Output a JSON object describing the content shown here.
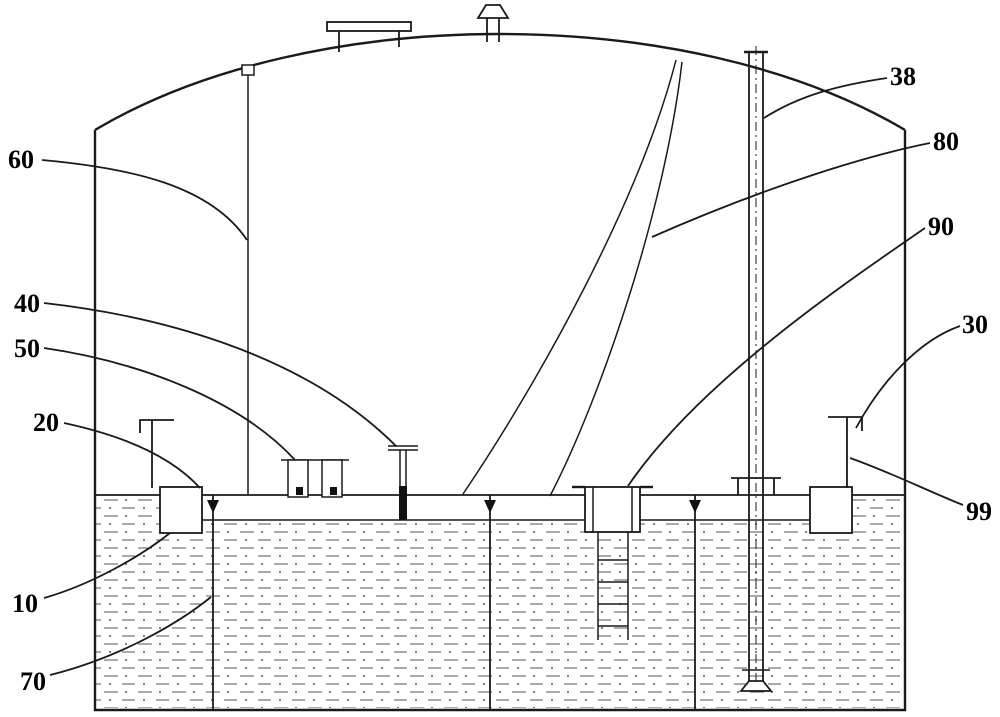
{
  "labels": [
    {
      "id": "60",
      "text": "60"
    },
    {
      "id": "38",
      "text": "38"
    },
    {
      "id": "80",
      "text": "80"
    },
    {
      "id": "90",
      "text": "90"
    },
    {
      "id": "30",
      "text": "30"
    },
    {
      "id": "40",
      "text": "40"
    },
    {
      "id": "50",
      "text": "50"
    },
    {
      "id": "20",
      "text": "20"
    },
    {
      "id": "99",
      "text": "99"
    },
    {
      "id": "10",
      "text": "10"
    },
    {
      "id": "70",
      "text": "70"
    }
  ],
  "colors": {
    "line": "#1a1a1a",
    "background": "#ffffff"
  }
}
